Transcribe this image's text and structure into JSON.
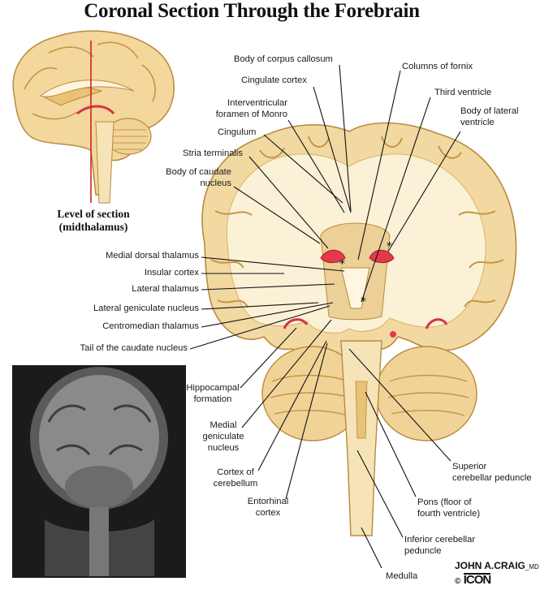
{
  "title": "Coronal Section Through the Forebrain",
  "inset": {
    "caption_line1": "Level of section",
    "caption_line2": "(midthalamus)"
  },
  "labels": {
    "corpus_callosum": "Body of corpus callosum",
    "cingulate_cortex": "Cingulate cortex",
    "columns_of_fornix": "Columns of fornix",
    "third_ventricle": "Third ventricle",
    "lateral_ventricle_1": "Body of lateral",
    "lateral_ventricle_2": "ventricle",
    "foramen_1": "Interventricular",
    "foramen_2": "foramen of Monro",
    "cingulum": "Cingulum",
    "stria_terminalis": "Stria terminalis",
    "caudate_body_1": "Body of caudate",
    "caudate_body_2": "nucleus",
    "medial_dorsal_thalamus": "Medial dorsal thalamus",
    "insular_cortex": "Insular cortex",
    "lateral_thalamus": "Lateral thalamus",
    "lateral_geniculate": "Lateral geniculate nucleus",
    "centromedian_thalamus": "Centromedian thalamus",
    "caudate_tail": "Tail of the caudate nucleus",
    "hippocampal_1": "Hippocampal",
    "hippocampal_2": "formation",
    "medial_geniculate_1": "Medial",
    "medial_geniculate_2": "geniculate",
    "medial_geniculate_3": "nucleus",
    "cerebellum_cortex_1": "Cortex of",
    "cerebellum_cortex_2": "cerebellum",
    "entorhinal_1": "Entorhinal",
    "entorhinal_2": "cortex",
    "sup_peduncle_1": "Superior",
    "sup_peduncle_2": "cerebellar peduncle",
    "pons_1": "Pons (floor of",
    "pons_2": "fourth ventricle)",
    "inf_peduncle_1": "Inferior cerebellar",
    "inf_peduncle_2": "peduncle",
    "medulla": "Medulla"
  },
  "signature": {
    "name": "JOHN A.CRAIG",
    "suffix": "_MD",
    "copyright": "©",
    "logo": "ICON"
  },
  "colors": {
    "tissue": "#f3dca7",
    "tissue_dark": "#e2c07f",
    "white_matter": "#fbf1d6",
    "ventricle_red": "#e23a4b",
    "leader_line": "#111111"
  }
}
